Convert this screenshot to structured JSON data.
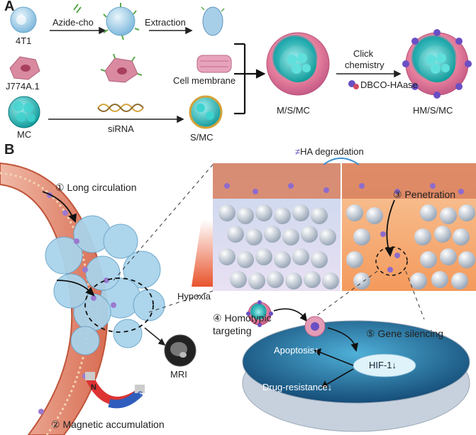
{
  "panel_a": {
    "letter": "A",
    "cell_4t1": "4T1",
    "cell_j774": "J774A.1",
    "cell_mc": "MC",
    "step_azide": "Azide-cho",
    "step_extraction": "Extraction",
    "cell_membrane": "Cell membrane",
    "step_sirna": "siRNA",
    "product_smc": "S/MC",
    "product_msmc": "M/S/MC",
    "step_click_line1": "Click",
    "step_click_line2": "chemistry",
    "reagent": "DBCO-HAase",
    "product_hmsmc": "HM/S/MC"
  },
  "panel_b": {
    "letter": "B",
    "ha_symbol": "≠",
    "ha_degradation": "HA degradation",
    "step1": "① Long circulation",
    "step2": "② Magnetic accumulation",
    "step3": "③ Penetration",
    "step4_line1": "④ Homotypic",
    "step4_line2": "targeting",
    "step5": "⑤ Gene silencing",
    "hypoxia": "Hypoxia",
    "mri": "MRI",
    "apoptosis": "Apoptosis↑",
    "hif": "HIF-1↓",
    "drug_resistance": "Drug-resistance↓",
    "magnet_n": "N",
    "magnet_s": "S"
  },
  "colors": {
    "nanoparticle_core": "#2ec4c4",
    "membrane_pink": "#e58aa8",
    "haase_purple": "#6a4fc4",
    "vessel_wall": "#e07a5a",
    "tissue_orange": "#f6a36b",
    "tumor_blue": "#a9d3ea",
    "cell_floor": "#1f5f8f"
  }
}
